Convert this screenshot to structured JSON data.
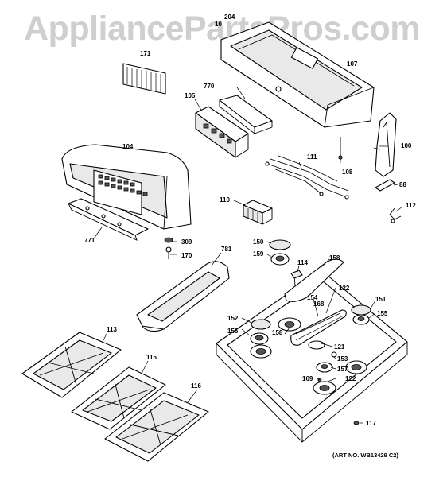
{
  "watermark": "AppliancePartsPros.com",
  "art_number": "(ART NO. WB13429 C2)",
  "callouts": {
    "c204": "204",
    "c10": "10",
    "c107": "107",
    "c171": "171",
    "c770": "770",
    "c105": "105",
    "c100": "100",
    "c104": "104",
    "c111": "111",
    "c108": "108",
    "c88": "88",
    "c110": "110",
    "c112": "112",
    "c771": "771",
    "c309": "309",
    "c170": "170",
    "c781": "781",
    "c150": "150",
    "c159": "159",
    "c114": "114",
    "c158a": "158",
    "c154": "154",
    "c168": "168",
    "c122a": "122",
    "c151": "151",
    "c155": "155",
    "c152": "152",
    "c156": "156",
    "c158b": "158",
    "c121": "121",
    "c153": "153",
    "c157": "157",
    "c122b": "122",
    "c169": "169",
    "c113": "113",
    "c115": "115",
    "c116": "116",
    "c117": "117"
  }
}
